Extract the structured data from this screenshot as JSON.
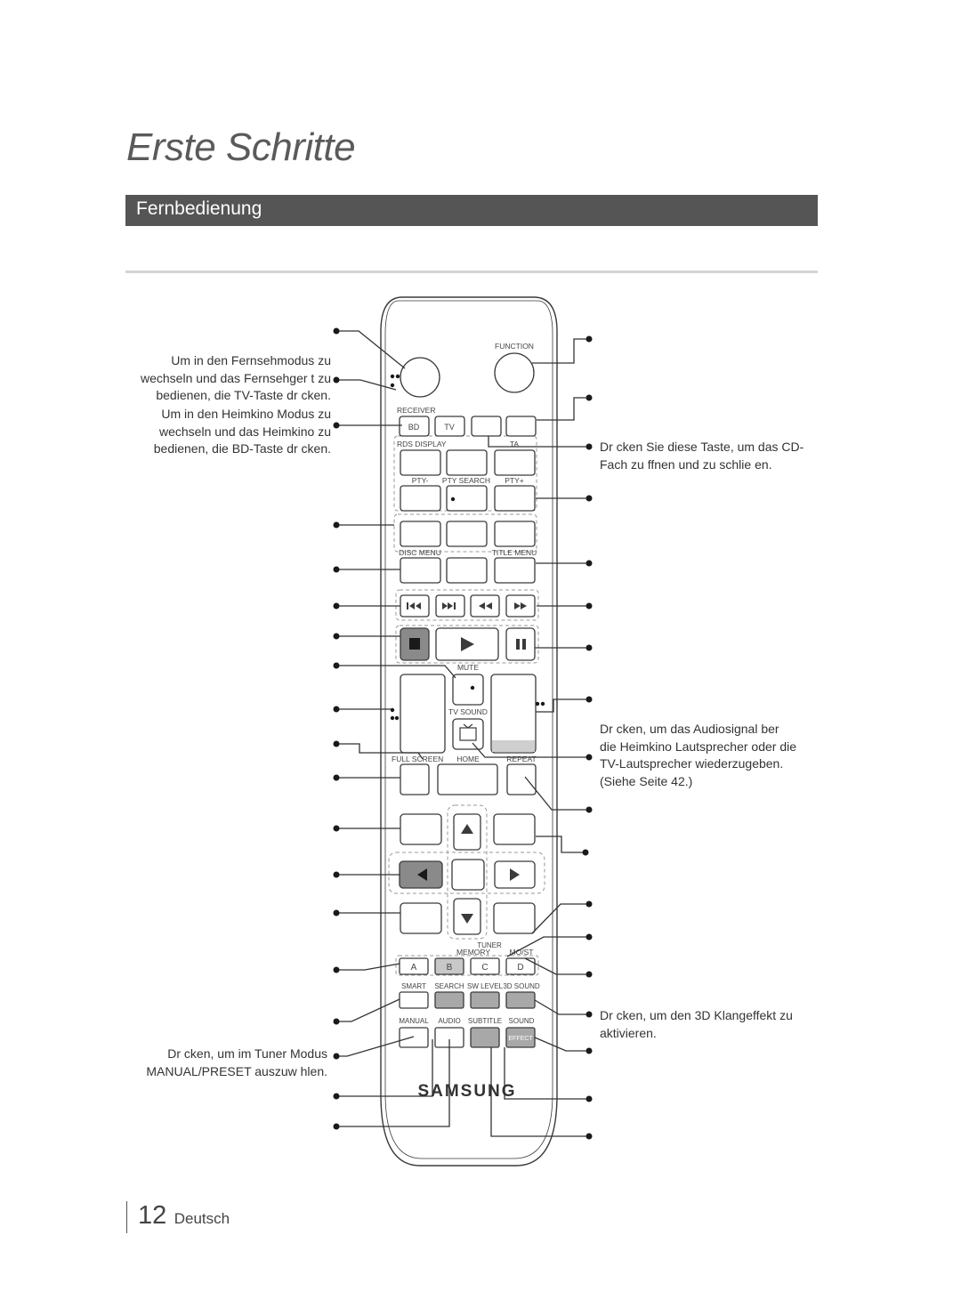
{
  "page": {
    "title": "Erste Schritte",
    "section": "Fernbedienung",
    "page_number": "12",
    "language": "Deutsch"
  },
  "notes": {
    "tv_mode": [
      "Um in den Fernsehmodus zu",
      "wechseln und das Fernsehger t zu",
      "bedienen, die TV-Taste dr cken."
    ],
    "bd_mode": [
      "Um in den Heimkino Modus zu",
      "wechseln und das Heimkino zu",
      "bedienen, die BD-Taste dr cken."
    ],
    "eject": [
      "Dr cken Sie diese Taste, um das CD-",
      "Fach zu  ffnen und zu schlie en."
    ],
    "tv_sound": [
      "Dr cken, um das Audiosignal  ber",
      "die Heimkino Lautsprecher oder die",
      "TV-Lautsprecher wiederzugeben.",
      "(Siehe Seite 42.)"
    ],
    "effect_3d": [
      "Dr cken, um den 3D Klangeffekt zu",
      "aktivieren."
    ],
    "tuner_mode": [
      "Dr cken, um im Tuner Modus",
      "MANUAL/PRESET auszuw hlen."
    ]
  },
  "remote": {
    "labels": {
      "function": "FUNCTION",
      "receiver": "RECEIVER",
      "bd": "BD",
      "tv": "TV",
      "rds_display": "RDS DISPLAY",
      "ta": "TA",
      "pty_minus": "PTY-",
      "pty_search": "PTY SEARCH",
      "pty_plus": "PTY+",
      "disc_menu": "DISC MENU",
      "title_menu": "TITLE MENU",
      "mute": "MUTE",
      "tv_sound": "TV SOUND",
      "full_screen": "FULL SCREEN",
      "home": "HOME",
      "repeat": "REPEAT",
      "tuner": "TUNER",
      "memory": "MEMORY",
      "mo_st": "MO/ST",
      "a": "A",
      "b": "B",
      "c": "C",
      "d": "D",
      "smart": "SMART",
      "search": "SEARCH",
      "sw_level": "SW LEVEL",
      "sound_3d": "3D SOUND",
      "manual": "MANUAL",
      "audio": "AUDIO",
      "subtitle": "SUBTITLE",
      "sound": "SOUND",
      "effect": "EFFECT",
      "brand": "SAMSUNG"
    },
    "colors": {
      "outline": "#3a3a3a",
      "dashed": "#9a9a9a",
      "grey_button": "#a8a8a8",
      "dark_button": "#8a8a8a"
    }
  }
}
